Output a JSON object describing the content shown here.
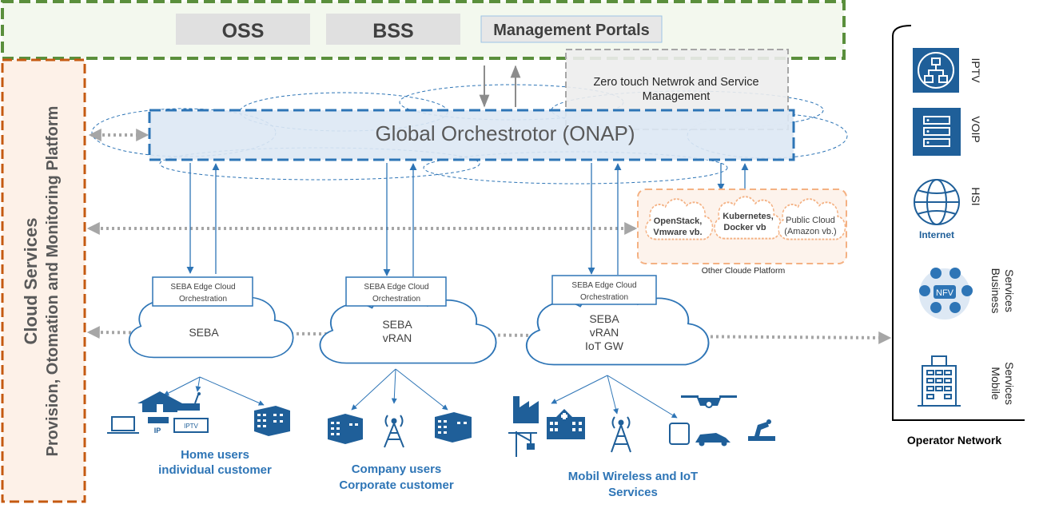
{
  "top_bar": {
    "oss": "OSS",
    "bss": "BSS",
    "management_portals": "Management Portals"
  },
  "ztn": {
    "line1": "Zero touch Netwrok and Service",
    "line2": "Management"
  },
  "orchestrator": {
    "label": "Global Orchestrotor (ONAP)"
  },
  "left_platform": {
    "line1": "Cloud Services",
    "line2": "Provision, Otomation and Monitoring Platform"
  },
  "other_cloud": {
    "caption": "Other Cloude Platform",
    "clouds": [
      {
        "line1": "OpenStack,",
        "line2": "Vmware vb."
      },
      {
        "line1": "Kubernetes,",
        "line2": "Docker vb"
      },
      {
        "line1": "Public Cloud",
        "line2": "(Amazon vb.)"
      }
    ]
  },
  "edge_clouds": [
    {
      "box_line1": "SEBA Edge Cloud",
      "box_line2": "Orchestration",
      "lines": [
        "SEBA"
      ]
    },
    {
      "box_line1": "SEBA Edge Cloud",
      "box_line2": "Orchestration",
      "lines": [
        "SEBA",
        "vRAN"
      ]
    },
    {
      "box_line1": "SEBA Edge Cloud",
      "box_line2": "Orchestration",
      "lines": [
        "SEBA",
        "vRAN",
        "IoT GW"
      ]
    }
  ],
  "icon_labels": {
    "ip": "IP",
    "iptv": "IPTV"
  },
  "customer_groups": [
    {
      "line1": "Home users",
      "line2": "individual customer"
    },
    {
      "line1": "Company users",
      "line2": "Corporate customer"
    },
    {
      "line1": "Mobil Wireless and IoT",
      "line2": "Services"
    }
  ],
  "operator_network": {
    "title": "Operator Network",
    "services": [
      {
        "label": "IPTV",
        "icon": "iptv-network-icon"
      },
      {
        "label": "VOIP",
        "icon": "voip-server-icon"
      },
      {
        "label": "HSI",
        "icon": "internet-globe-icon",
        "icon_text": "Internet"
      },
      {
        "label": "Business Services",
        "line1": "Business",
        "line2": "Services",
        "icon": "nfv-icon",
        "icon_text": "NFV"
      },
      {
        "label": "Mobile Services",
        "line1": "Mobile",
        "line2": "Services",
        "icon": "building-icon"
      }
    ]
  },
  "colors": {
    "green_dash": "#5a8f3c",
    "orange_dash": "#c55a11",
    "blue_dash": "#2e75b6",
    "icon_blue": "#1f5f99",
    "label_blue": "#2e75b6",
    "grey_arrow": "#a6a6a6",
    "light_peach": "#f8cbad"
  }
}
